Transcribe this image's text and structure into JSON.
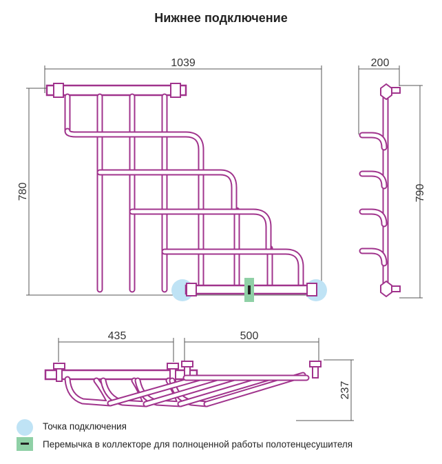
{
  "title": "Нижнее подключение",
  "dimensions": {
    "front_width": "1039",
    "front_height": "780",
    "side_width": "200",
    "side_height": "790",
    "bottom_left": "435",
    "bottom_right": "500",
    "bottom_height": "237"
  },
  "legend": {
    "connection_point": "Точка подключения",
    "jumper": "Перемычка в коллекторе для полноценной работы полотенцесушителя"
  },
  "colors": {
    "pipe": "#a0338c",
    "pipe_light": "#f2d6ec",
    "connection": "#bfe3f5",
    "jumper": "#8fd0a6",
    "line": "#444444"
  }
}
